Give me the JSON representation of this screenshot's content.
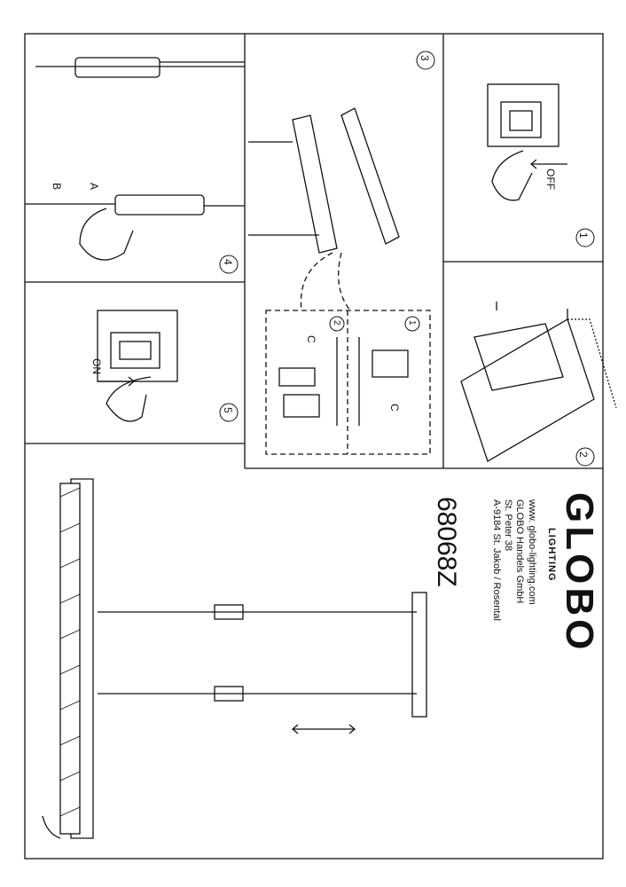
{
  "brand": {
    "name": "GLOBO",
    "sub": "LIGHTING"
  },
  "company": {
    "website": "www. globo-lighting.com",
    "name": "GLOBO Handels GmbH",
    "street": "St. Peter 38",
    "city": "A-9184 St. Jakob / Rosental"
  },
  "model_number": "68068Z",
  "steps": [
    "1",
    "2",
    "3",
    "4",
    "5"
  ],
  "sub_steps": [
    "1",
    "2"
  ],
  "labels": {
    "off": "OFF",
    "on": "ON",
    "a": "A",
    "b": "B",
    "c1": "C",
    "c2": "C"
  }
}
